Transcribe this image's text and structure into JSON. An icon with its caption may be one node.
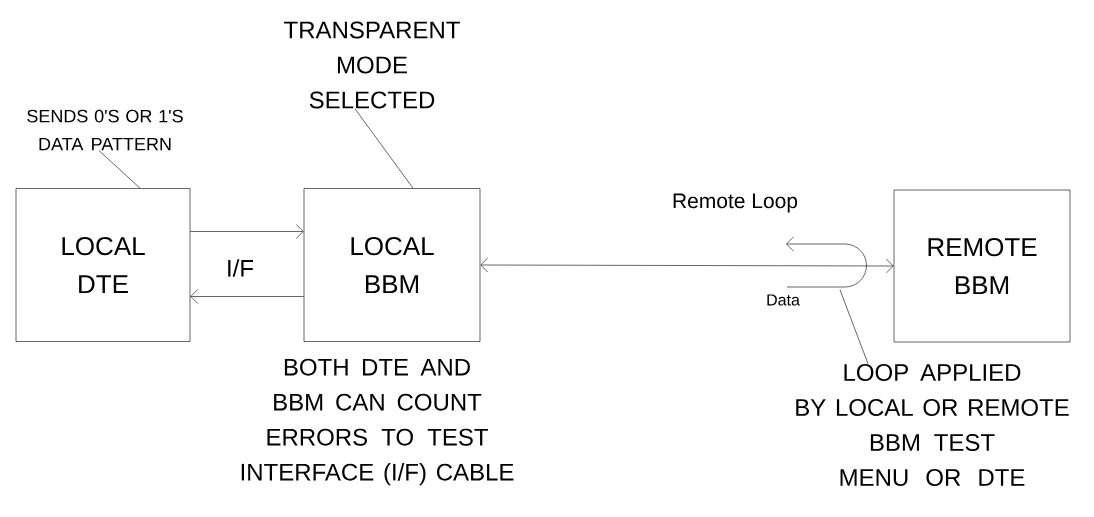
{
  "diagram": {
    "nodes": [
      {
        "text": [
          "SENDS 0'S OR 1'S DATA PATTERN"
        ]
      },
      {
        "text": [
          "LOCAL DTE"
        ]
      },
      {
        "text": [
          "TRANSPARENT MODE SELECTED"
        ]
      },
      {
        "text": [
          "LOCAL BBM"
        ]
      },
      {
        "text": [
          "REMOTE BBM"
        ]
      },
      {
        "text": [
          "LOOP APPLIED BY LOCAL OR REMOTE BBM TEST MENU OR DTE"
        ]
      }
    ],
    "edges": [
      {
        "from": 0,
        "to": 1,
        "arrow": "none"
      },
      {
        "from": 1,
        "to": 3,
        "arrow": "to"
      },
      {
        "from": 3,
        "to": 1,
        "arrow": "to"
      },
      {
        "from": 2,
        "to": 3,
        "arrow": "none"
      },
      {
        "from": 3,
        "to": 4,
        "arrow": "both"
      },
      {
        "from": 5,
        "to": null,
        "arrow": "none"
      }
    ],
    "labels": [
      "Remote Loop",
      "I/F",
      "Data",
      "BOTH DTE AND BBM CAN COUNT ERRORS TO TEST INTERFACE (I/F) CABLE"
    ]
  }
}
